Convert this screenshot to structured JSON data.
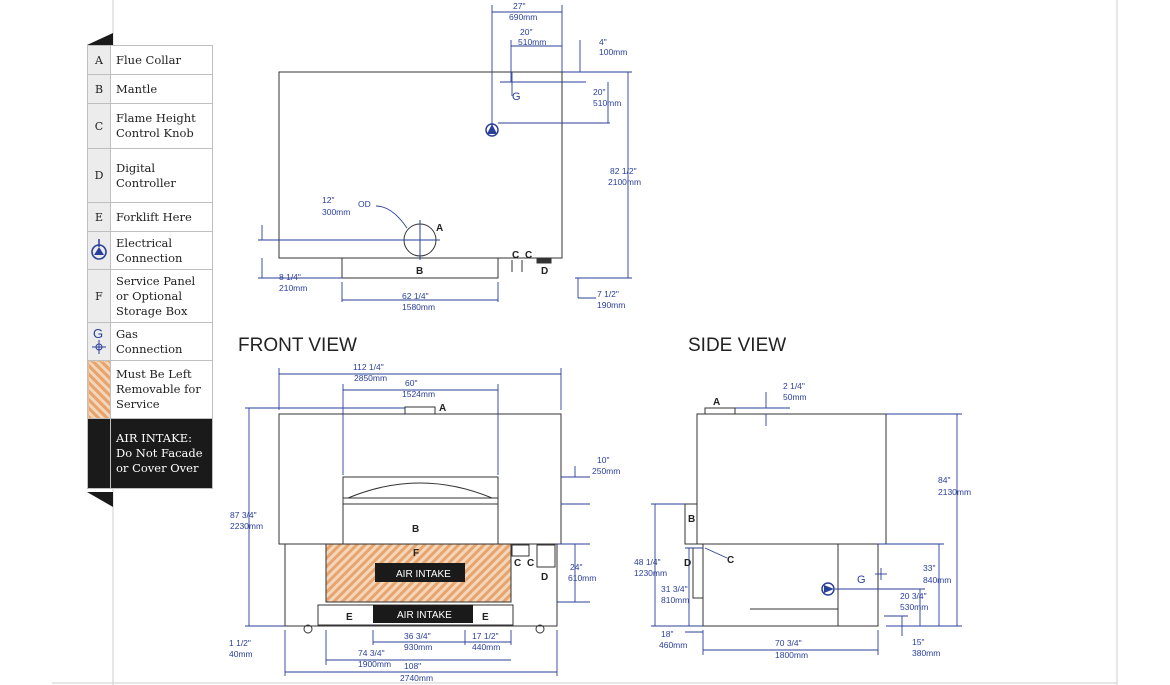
{
  "legend": [
    {
      "key": "A",
      "text": "Flue Collar"
    },
    {
      "key": "B",
      "text": "Mantle"
    },
    {
      "key": "C",
      "text": "Flame Height Control Knob"
    },
    {
      "key": "D",
      "text": "Digital Controller"
    },
    {
      "key": "E",
      "text": "Forklift Here"
    },
    {
      "key": "elec",
      "icon": "electrical-connection-icon",
      "text": "Electrical Connection"
    },
    {
      "key": "F",
      "text": "Service Panel or Optional Storage Box"
    },
    {
      "key": "G",
      "icon": "gas-connection-icon",
      "text": "Gas Connection"
    },
    {
      "key": "hatch",
      "icon": "hatch-swatch",
      "text": "Must Be Left Removable for Service"
    },
    {
      "key": "dark",
      "text": "AIR INTAKE: Do Not Facade or Cover Over"
    }
  ],
  "views": {
    "front": "FRONT VIEW",
    "side": "SIDE VIEW"
  },
  "letters": {
    "A": "A",
    "B": "B",
    "C": "C",
    "D": "D",
    "E": "E",
    "F": "F",
    "G": "G",
    "OD": "OD"
  },
  "air_intake": "AIR INTAKE",
  "dims": {
    "top_27": "27\"",
    "top_690": "690mm",
    "top_20": "20\"",
    "top_510": "510mm",
    "top_4": "4\"",
    "top_100": "100mm",
    "top_20b": "20\"",
    "top_510b": "510mm",
    "top_82": "82 1/2\"",
    "top_2100": "2100mm",
    "top_12": "12\"",
    "top_300": "300mm",
    "top_8": "8 1/4\"",
    "top_210": "210mm",
    "top_62": "62 1/4\"",
    "top_1580": "1580mm",
    "top_7": "7 1/2\"",
    "top_190": "190mm",
    "f_112": "112 1/4\"",
    "f_2850": "2850mm",
    "f_60": "60\"",
    "f_1524": "1524mm",
    "f_10": "10\"",
    "f_250": "250mm",
    "f_87": "87 3/4\"",
    "f_2230": "2230mm",
    "f_24": "24\"",
    "f_610": "610mm",
    "f_1": "1 1/2\"",
    "f_40": "40mm",
    "f_36": "36 3/4\"",
    "f_930": "930mm",
    "f_17": "17 1/2\"",
    "f_440": "440mm",
    "f_74": "74 3/4\"",
    "f_1900": "1900mm",
    "f_108": "108\"",
    "f_2740": "2740mm",
    "s_2": "2 1/4\"",
    "s_50": "50mm",
    "s_84": "84\"",
    "s_2130": "2130mm",
    "s_48": "48 1/4\"",
    "s_1230": "1230mm",
    "s_31": "31 3/4\"",
    "s_810": "810mm",
    "s_33": "33\"",
    "s_840": "840mm",
    "s_20": "20 3/4\"",
    "s_530": "530mm",
    "s_18": "18\"",
    "s_460": "460mm",
    "s_70": "70 3/4\"",
    "s_1800": "1800mm",
    "s_15": "15\"",
    "s_380": "380mm"
  },
  "colors": {
    "dim": "#2a3f9a",
    "line": "#333333",
    "hatch": "#e6a570",
    "dark": "#1a1a1a"
  }
}
